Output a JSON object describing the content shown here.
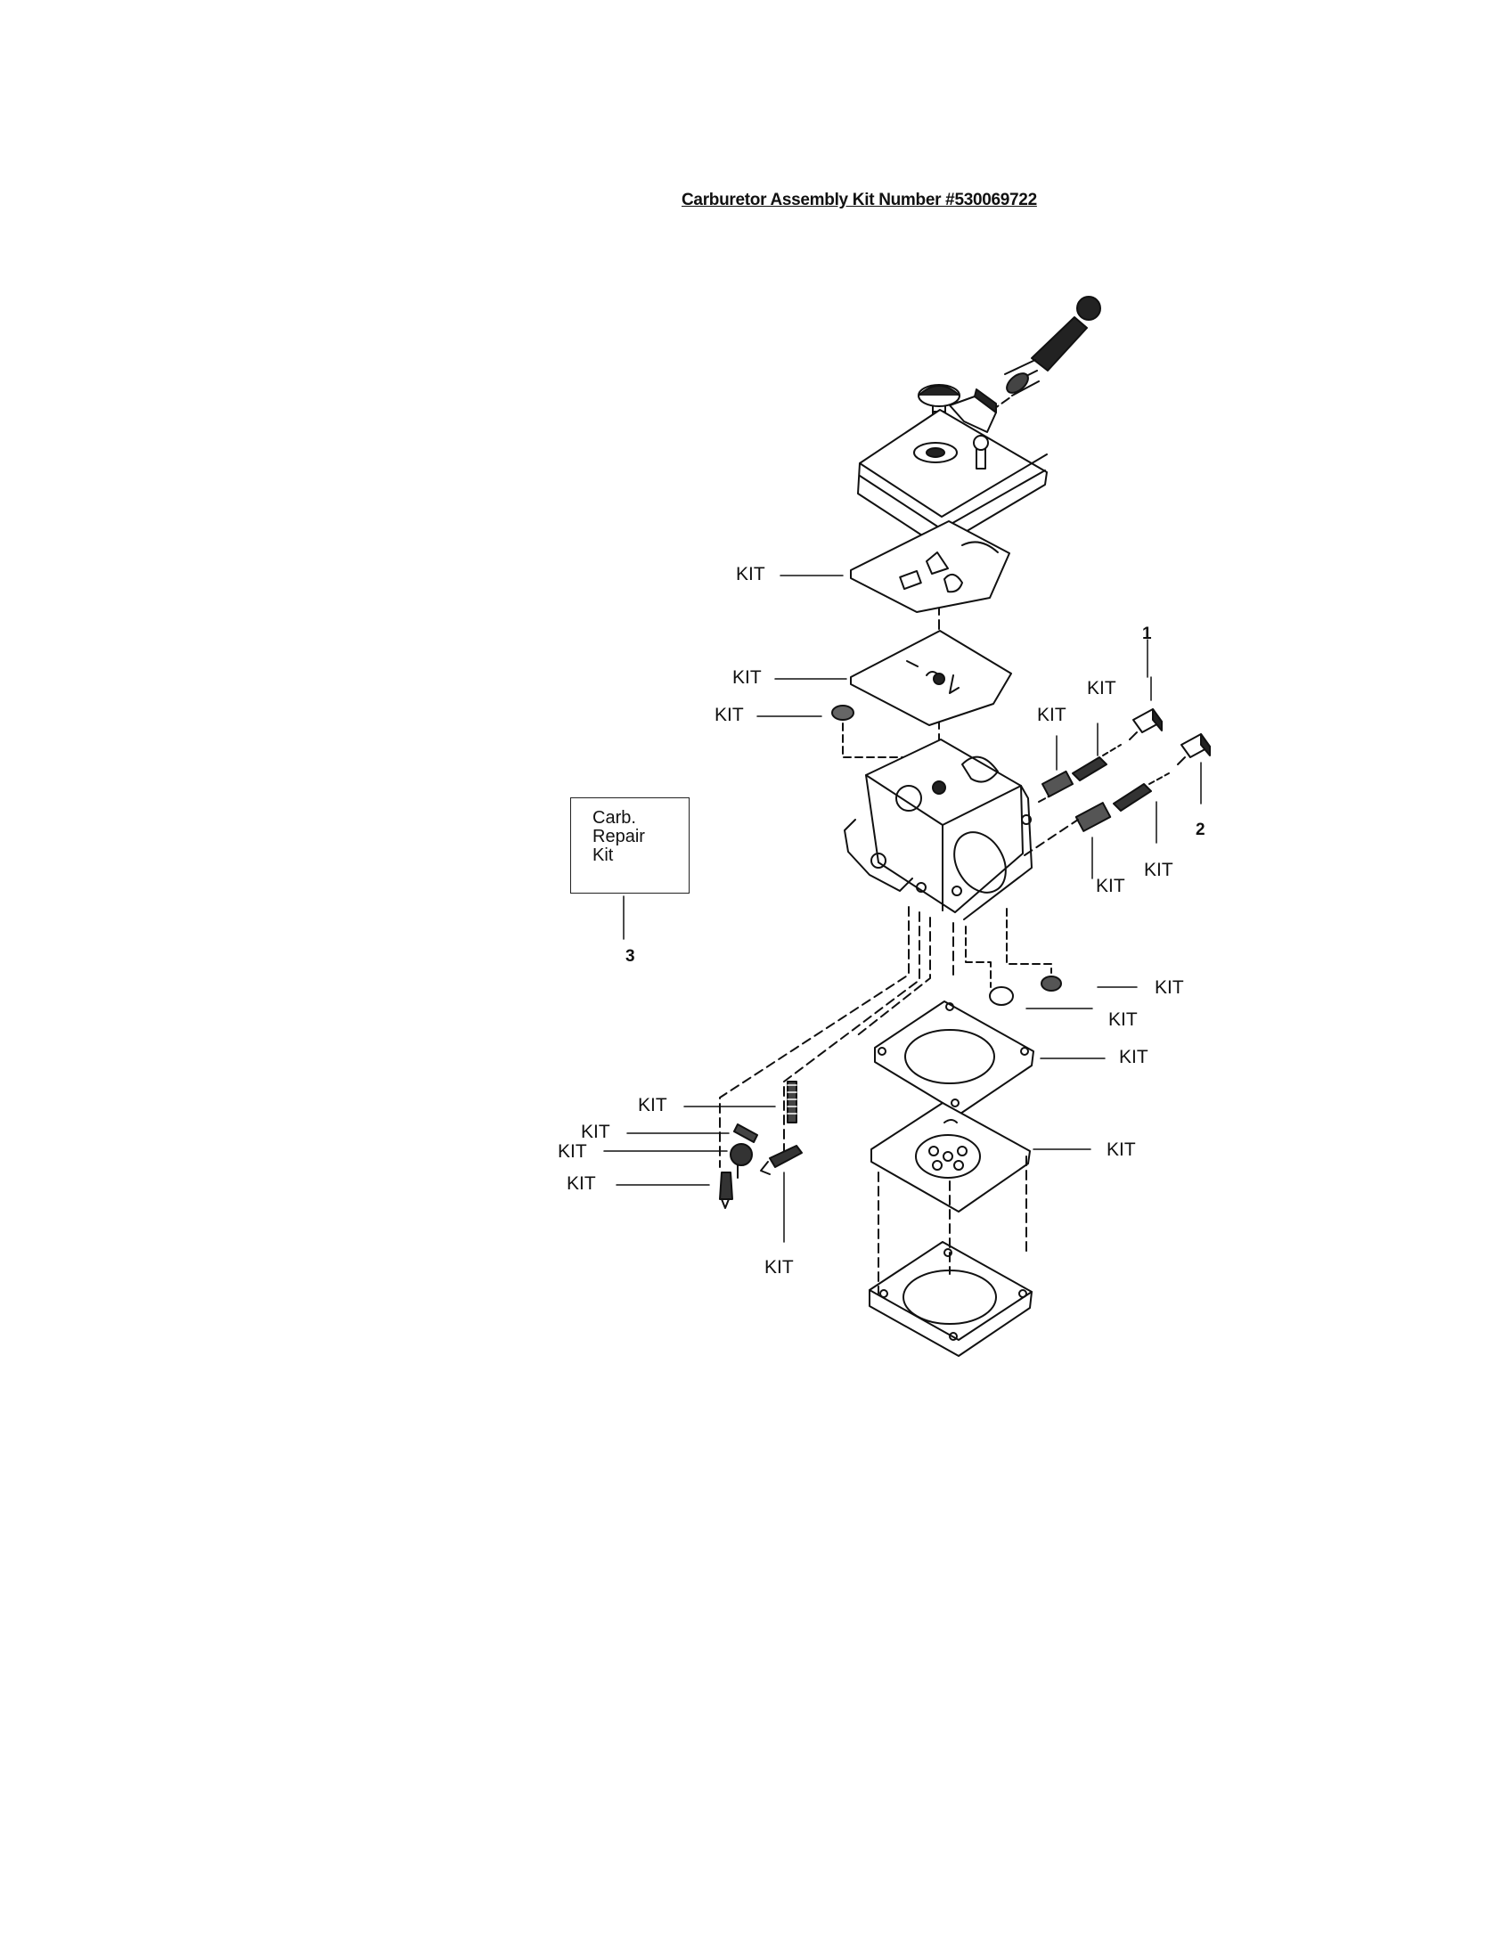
{
  "diagram": {
    "title": "Carburetor Assembly Kit Number #530069722",
    "kit_label": "KIT",
    "repair_kit_box": {
      "line1": "Carb.",
      "line2": "Repair",
      "line3": "Kit",
      "ref_number": "3"
    },
    "callout_numbers": {
      "item_1": "1",
      "item_2": "2"
    }
  }
}
